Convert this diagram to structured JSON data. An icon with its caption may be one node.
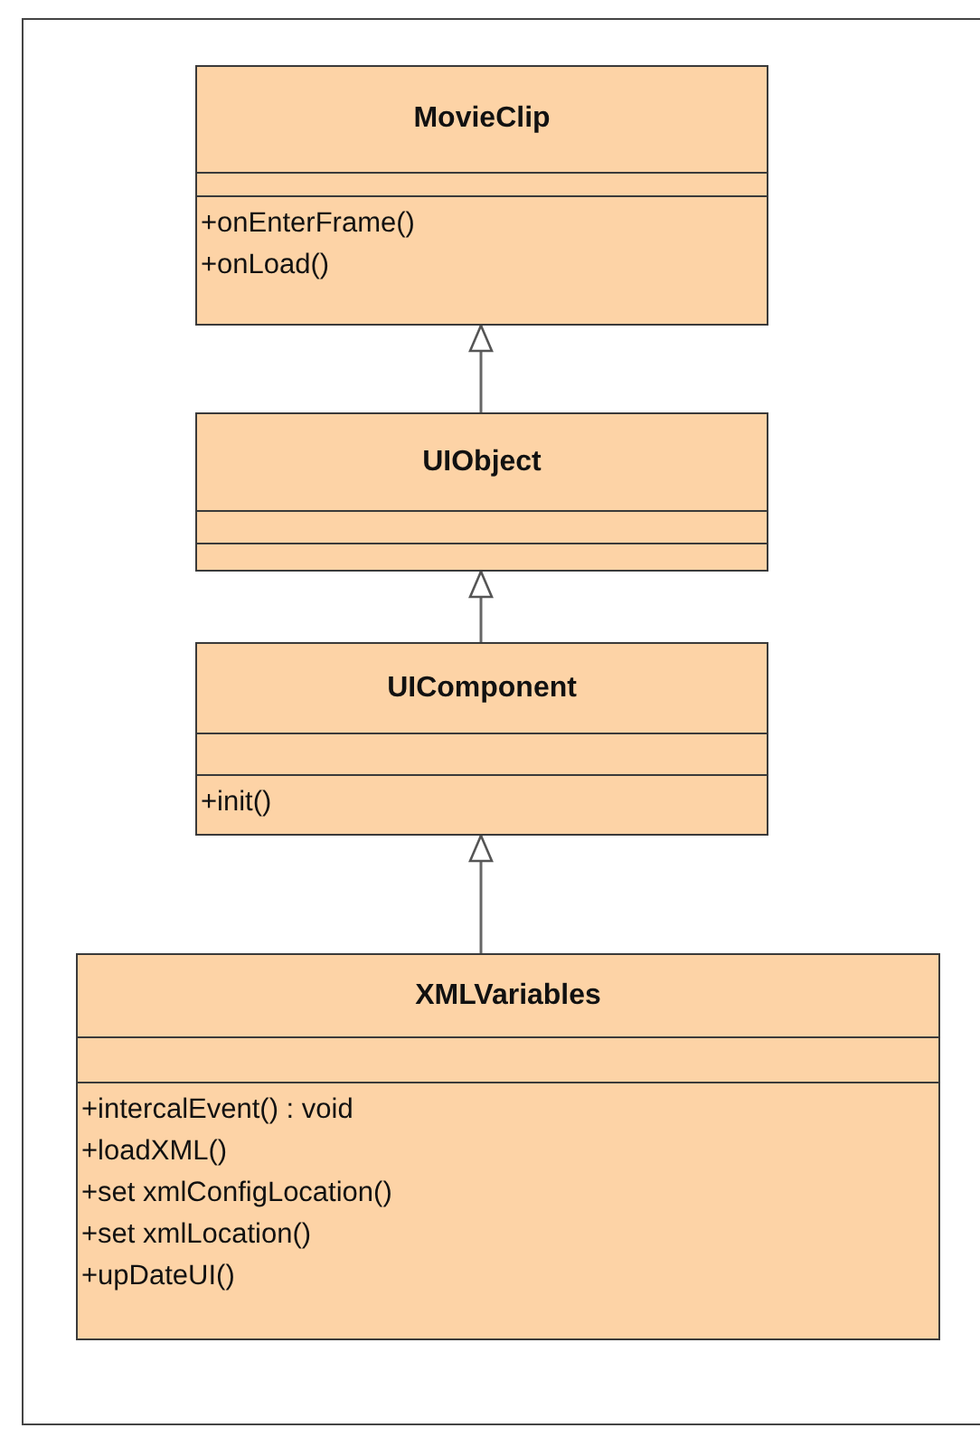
{
  "diagram": {
    "nodes": [
      {
        "text": [
          "MovieClip",
          "+onEnterFrame()",
          "+onLoad()"
        ]
      },
      {
        "text": [
          "UIObject"
        ]
      },
      {
        "text": [
          "UIComponent",
          "+init()"
        ]
      },
      {
        "text": [
          "XMLVariables",
          "+intercalEvent() : void",
          "+loadXML()",
          "+set xmlConfigLocation()",
          "+set xmlLocation()",
          "+upDateUI()"
        ]
      }
    ],
    "edges": [
      {
        "from": 1,
        "to": 0,
        "arrow": "to"
      },
      {
        "from": 2,
        "to": 1,
        "arrow": "to"
      },
      {
        "from": 3,
        "to": 2,
        "arrow": "to"
      }
    ]
  }
}
